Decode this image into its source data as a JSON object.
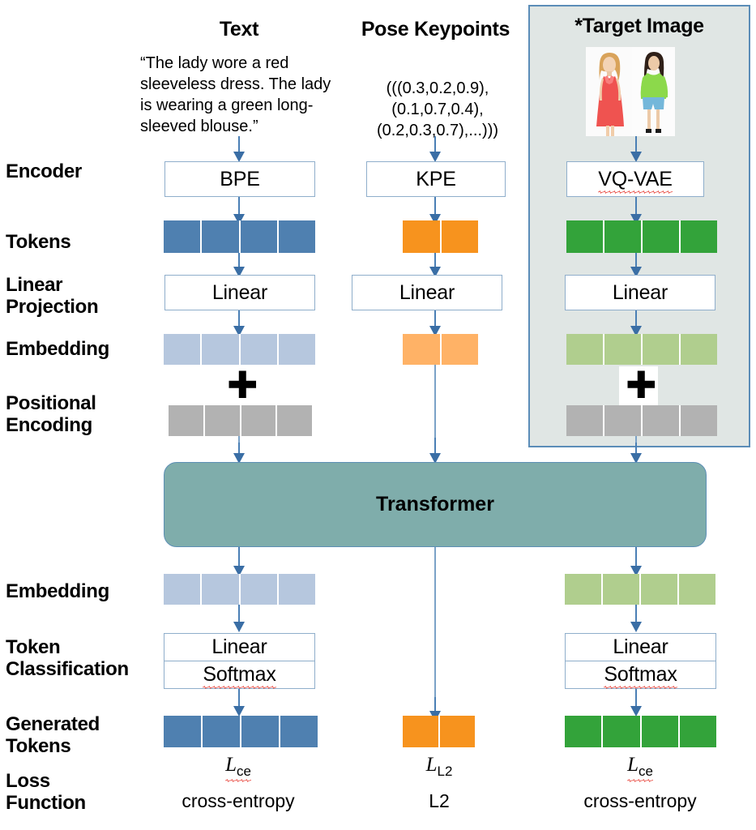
{
  "columns": {
    "text": {
      "heading": "Text"
    },
    "pose": {
      "heading": "Pose Keypoints"
    },
    "image": {
      "heading": "*Target Image"
    }
  },
  "sources": {
    "text_sample": "“The lady wore a red sleeveless dress. The lady is wearing a green long-sleeved blouse.”",
    "pose_sample": "(((0.3,0.2,0.9),\n(0.1,0.7,0.4),\n(0.2,0.3,0.7),...)))"
  },
  "row_labels": {
    "encoder": "Encoder",
    "tokens": "Tokens",
    "linear_projection": "Linear\nProjection",
    "embedding": "Embedding",
    "positional_encoding": "Positional\nEncoding",
    "embedding_out": "Embedding",
    "token_classification": "Token\nClassification",
    "generated_tokens": "Generated\nTokens",
    "loss_function": "Loss\nFunction"
  },
  "encoders": {
    "text": "BPE",
    "pose": "KPE",
    "image": "VQ-VAE"
  },
  "linear": {
    "text": "Linear",
    "pose": "Linear",
    "image": "Linear"
  },
  "classifier": {
    "text_linear": "Linear",
    "text_softmax": "Softmax",
    "image_linear": "Linear",
    "image_softmax": "Softmax"
  },
  "transformer": {
    "label": "Transformer"
  },
  "plus": {
    "symbol": "✚"
  },
  "loss": {
    "text_symbol_base": "L",
    "text_symbol_sub": "ce",
    "text_name": "cross-entropy",
    "pose_symbol_base": "L",
    "pose_symbol_sub": "L2",
    "pose_name": "L2",
    "image_symbol_base": "L",
    "image_symbol_sub": "ce",
    "image_name": "cross-entropy"
  },
  "colors": {
    "token_blue": "#4f80b0",
    "token_orange": "#f7931e",
    "token_green": "#33a33a",
    "embed_blue": "#b6c7de",
    "embed_orange": "#ffb266",
    "embed_green": "#b0ce8e",
    "positional_gray": "#b2b2b2",
    "transformer_teal": "#7fadab",
    "panel_bg": "#e0e6e4",
    "panel_border": "#5b8db8",
    "arrow_blue": "#3a6ea5",
    "box_border": "#8faecb"
  },
  "strip_cells": {
    "text_tokens": 4,
    "pose_tokens": 2,
    "image_tokens": 4,
    "text_embedding": 4,
    "pose_embedding": 2,
    "image_embedding": 4,
    "text_positional": 4,
    "image_positional": 4,
    "text_embedding_out": 4,
    "image_embedding_out": 4,
    "text_generated": 4,
    "pose_generated": 2,
    "image_generated": 4
  }
}
